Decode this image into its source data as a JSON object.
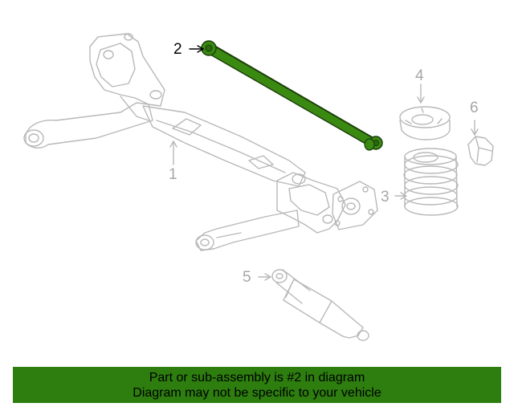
{
  "diagram": {
    "highlight_color": "#3a8a12",
    "line_color": "#b8b8b8",
    "parts": [
      {
        "number": "1",
        "name": "rear-axle-beam-icon",
        "highlighted": false
      },
      {
        "number": "2",
        "name": "trailing-arm-rod-icon",
        "highlighted": true
      },
      {
        "number": "3",
        "name": "coil-spring-icon",
        "highlighted": false
      },
      {
        "number": "4",
        "name": "spring-seat-icon",
        "highlighted": false
      },
      {
        "number": "5",
        "name": "shock-absorber-icon",
        "highlighted": false
      },
      {
        "number": "6",
        "name": "bump-stop-icon",
        "highlighted": false
      }
    ]
  },
  "footer": {
    "background_color": "#2d7d0f",
    "line1": "Part or sub-assembly is #2 in diagram",
    "line2": "Diagram may not be specific to your vehicle"
  }
}
